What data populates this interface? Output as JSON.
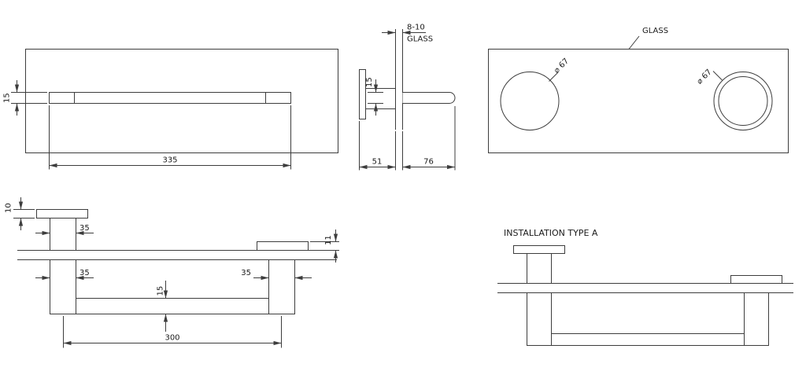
{
  "style": {
    "line_color": "#3d3d3d",
    "text_color": "#1a1a1a",
    "background": "#ffffff"
  },
  "views": {
    "front": {
      "dim_bar_height": "15",
      "dim_bar_length": "335"
    },
    "side": {
      "dim_glass_thickness": "8-10",
      "glass_label": "GLASS",
      "dim_bar_height": "15",
      "dim_wall_offset": "51",
      "dim_bar_offset": "76"
    },
    "top": {
      "glass_label": "GLASS",
      "dim_left_flange": "⌀ 67",
      "dim_right_flange": "⌀ 67"
    },
    "section": {
      "dim_cap_height": "10",
      "dim_post_width_top": "35",
      "dim_glass_thickness": "11",
      "dim_post_width_left": "35",
      "dim_post_width_right": "35",
      "dim_bar_height": "15",
      "dim_span": "300"
    },
    "installation": {
      "title": "INSTALLATION TYPE A"
    }
  }
}
